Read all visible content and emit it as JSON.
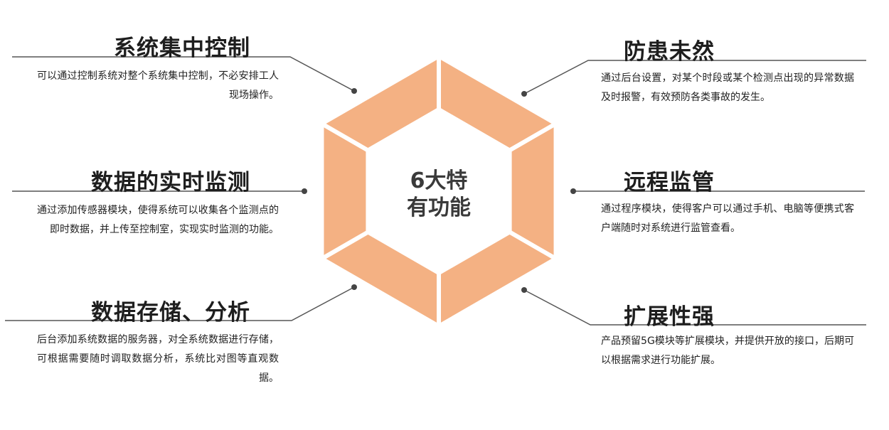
{
  "center": {
    "line1": "6大特",
    "line2": "有功能"
  },
  "colors": {
    "hexagon": "#F4B183",
    "line": "#555555",
    "text": "#222222"
  },
  "features": [
    {
      "title": "系统集中控制",
      "desc": "可以通过控制系统对整个系统集中控制，不必安排工人现场操作。"
    },
    {
      "title": "数据的实时监测",
      "desc": "通过添加传感器模块，使得系统可以收集各个监测点的即时数据，并上传至控制室，实现实时监测的功能。"
    },
    {
      "title": "数据存储、分析",
      "desc": "后台添加系统数据的服务器，对全系统数据进行存储，可根据需要随时调取数据分析，系统比对图等直观数据。"
    },
    {
      "title": "防患未然",
      "desc": "通过后台设置，对某个时段或某个检测点出现的异常数据及时报警，有效预防各类事故的发生。"
    },
    {
      "title": "远程监管",
      "desc": "通过程序模块，使得客户可以通过手机、电脑等便携式客户端随时对系统进行监管查看。"
    },
    {
      "title": "扩展性强",
      "desc": "产品预留5G模块等扩展模块，并提供开放的接口，后期可以根据需求进行功能扩展。"
    }
  ]
}
